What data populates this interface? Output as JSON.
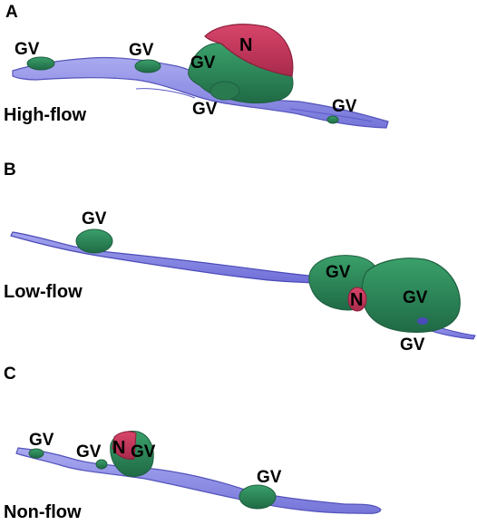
{
  "panels": [
    {
      "letter": "A",
      "condition": "High-flow",
      "labels": {
        "gv1": "GV",
        "gv2": "GV",
        "gv3": "GV",
        "gv4": "GV",
        "gv5": "GV",
        "n": "N"
      }
    },
    {
      "letter": "B",
      "condition": "Low-flow",
      "labels": {
        "gv1": "GV",
        "gv2": "GV",
        "gv3": "GV",
        "gv4": "GV",
        "n": "N"
      }
    },
    {
      "letter": "C",
      "condition": "Non-flow",
      "labels": {
        "gv1": "GV",
        "gv2": "GV",
        "gv3": "GV",
        "gv4": "GV",
        "n": "N"
      }
    }
  ],
  "colors": {
    "vessel": "#8c8ce6",
    "vessel_edge": "#4a4ab8",
    "granule": "#2f8a5a",
    "granule_dark": "#1f5f40",
    "nucleus": "#c8385a",
    "nucleus_dark": "#8a1f3c"
  }
}
